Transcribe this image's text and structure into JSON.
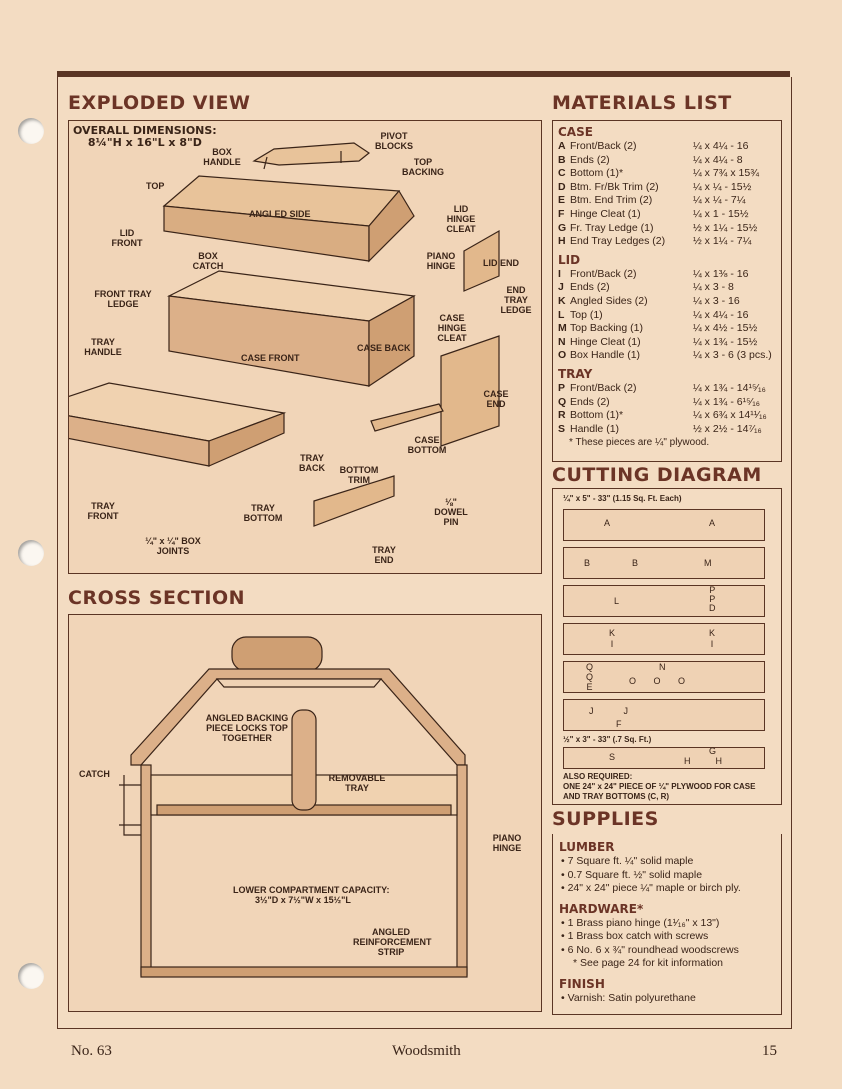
{
  "exploded": {
    "title": "EXPLODED VIEW",
    "dims_label": "OVERALL DIMENSIONS:",
    "dims_value": "8¼\"H x 16\"L x 8\"D",
    "labels": {
      "pivot_blocks": "PIVOT BLOCKS",
      "box_handle": "BOX HANDLE",
      "top": "TOP",
      "top_backing": "TOP BACKING",
      "angled_side": "ANGLED SIDE",
      "lid_hinge_cleat": "LID HINGE CLEAT",
      "lid_front": "LID FRONT",
      "box_catch": "BOX CATCH",
      "piano_hinge": "PIANO HINGE",
      "lid_end": "LID END",
      "front_tray_ledge": "FRONT TRAY LEDGE",
      "end_tray_ledge": "END TRAY LEDGE",
      "case_hinge_cleat": "CASE HINGE CLEAT",
      "case_back": "CASE BACK",
      "tray_handle": "TRAY HANDLE",
      "case_front": "CASE FRONT",
      "case_end": "CASE END",
      "case_bottom": "CASE BOTTOM",
      "tray_back": "TRAY BACK",
      "bottom_trim": "BOTTOM TRIM",
      "tray_front": "TRAY FRONT",
      "tray_bottom": "TRAY BOTTOM",
      "dowel_pin": "⅛\" DOWEL PIN",
      "box_joints": "¼\" x ¼\" BOX JOINTS",
      "tray_end": "TRAY END"
    }
  },
  "cross": {
    "title": "CROSS SECTION",
    "labels": {
      "angled_backing": "ANGLED BACKING PIECE LOCKS TOP TOGETHER",
      "catch": "CATCH",
      "removable_tray": "REMOVABLE TRAY",
      "piano_hinge": "PIANO HINGE",
      "lower_capacity": "LOWER COMPARTMENT CAPACITY:",
      "lower_dims": "3½\"D x 7½\"W x 15½\"L",
      "angled_strip": "ANGLED REINFORCEMENT STRIP"
    }
  },
  "materials": {
    "title": "MATERIALS LIST",
    "case_title": "CASE",
    "case": [
      {
        "l": "A",
        "n": "Front/Back (2)",
        "d": "¼ x 4¼ - 16"
      },
      {
        "l": "B",
        "n": "Ends (2)",
        "d": "¼ x 4¼ - 8"
      },
      {
        "l": "C",
        "n": "Bottom (1)*",
        "d": "¼ x 7¾ x 15¾"
      },
      {
        "l": "D",
        "n": "Btm. Fr/Bk Trim (2)",
        "d": "¼ x ¼ - 15½"
      },
      {
        "l": "E",
        "n": "Btm. End Trim (2)",
        "d": "¼ x ¼ - 7¼"
      },
      {
        "l": "F",
        "n": "Hinge Cleat (1)",
        "d": "¼ x 1 - 15½"
      },
      {
        "l": "G",
        "n": "Fr. Tray Ledge (1)",
        "d": "½ x 1¼ - 15½"
      },
      {
        "l": "H",
        "n": "End Tray Ledges (2)",
        "d": "½ x 1¼ - 7¼"
      }
    ],
    "lid_title": "LID",
    "lid": [
      {
        "l": "I",
        "n": "Front/Back (2)",
        "d": "¼ x 1⅜ - 16"
      },
      {
        "l": "J",
        "n": "Ends (2)",
        "d": "¼ x 3 - 8"
      },
      {
        "l": "K",
        "n": "Angled Sides (2)",
        "d": "¼ x 3 - 16"
      },
      {
        "l": "L",
        "n": "Top (1)",
        "d": "¼ x 4¼ - 16"
      },
      {
        "l": "M",
        "n": "Top Backing (1)",
        "d": "¼ x 4½ - 15½"
      },
      {
        "l": "N",
        "n": "Hinge Cleat (1)",
        "d": "¼ x 1¾ - 15½"
      },
      {
        "l": "O",
        "n": "Box Handle (1)",
        "d": "¼ x 3 - 6 (3 pcs.)"
      }
    ],
    "tray_title": "TRAY",
    "tray": [
      {
        "l": "P",
        "n": "Front/Back (2)",
        "d": "¼ x 1¾ - 14¹⁵⁄₁₆"
      },
      {
        "l": "Q",
        "n": "Ends (2)",
        "d": "¼ x 1¾ - 6¹⁵⁄₁₆"
      },
      {
        "l": "R",
        "n": "Bottom (1)*",
        "d": "¼ x 6¾ x 14¹¹⁄₁₆"
      },
      {
        "l": "S",
        "n": "Handle (1)",
        "d": "½ x 2½ - 14⁷⁄₁₆"
      }
    ],
    "note": "* These pieces are ¼\" plywood."
  },
  "cutting": {
    "title": "CUTTING DIAGRAM",
    "board1": "¼\" x 5\" - 33\" (1.15 Sq. Ft. Each)",
    "board2": "½\" x 3\" - 33\" (.7 Sq. Ft.)",
    "also": "ALSO REQUIRED:",
    "also_text": "ONE 24\" x 24\" PIECE OF ¼\" PLYWOOD FOR CASE AND TRAY BOTTOMS (C, R)"
  },
  "supplies": {
    "title": "SUPPLIES",
    "lumber_title": "LUMBER",
    "lumber": [
      "7 Square ft. ¼\" solid maple",
      "0.7 Square ft. ½\" solid maple",
      "24\" x 24\" piece ¼\" maple or birch ply."
    ],
    "hardware_title": "HARDWARE*",
    "hardware": [
      "1 Brass piano hinge (1¹⁄₁₆\" x 13\")",
      "1 Brass box catch with screws",
      "6 No. 6 x ¾\" roundhead woodscrews"
    ],
    "hardware_note": "* See page 24 for kit information",
    "finish_title": "FINISH",
    "finish": [
      "Varnish: Satin polyurethane"
    ]
  },
  "footer": {
    "issue": "No. 63",
    "magazine": "Woodsmith",
    "page": "15"
  },
  "colors": {
    "brand": "#6b3426",
    "paper": "#f3dcc2",
    "ink": "#3a2418"
  }
}
